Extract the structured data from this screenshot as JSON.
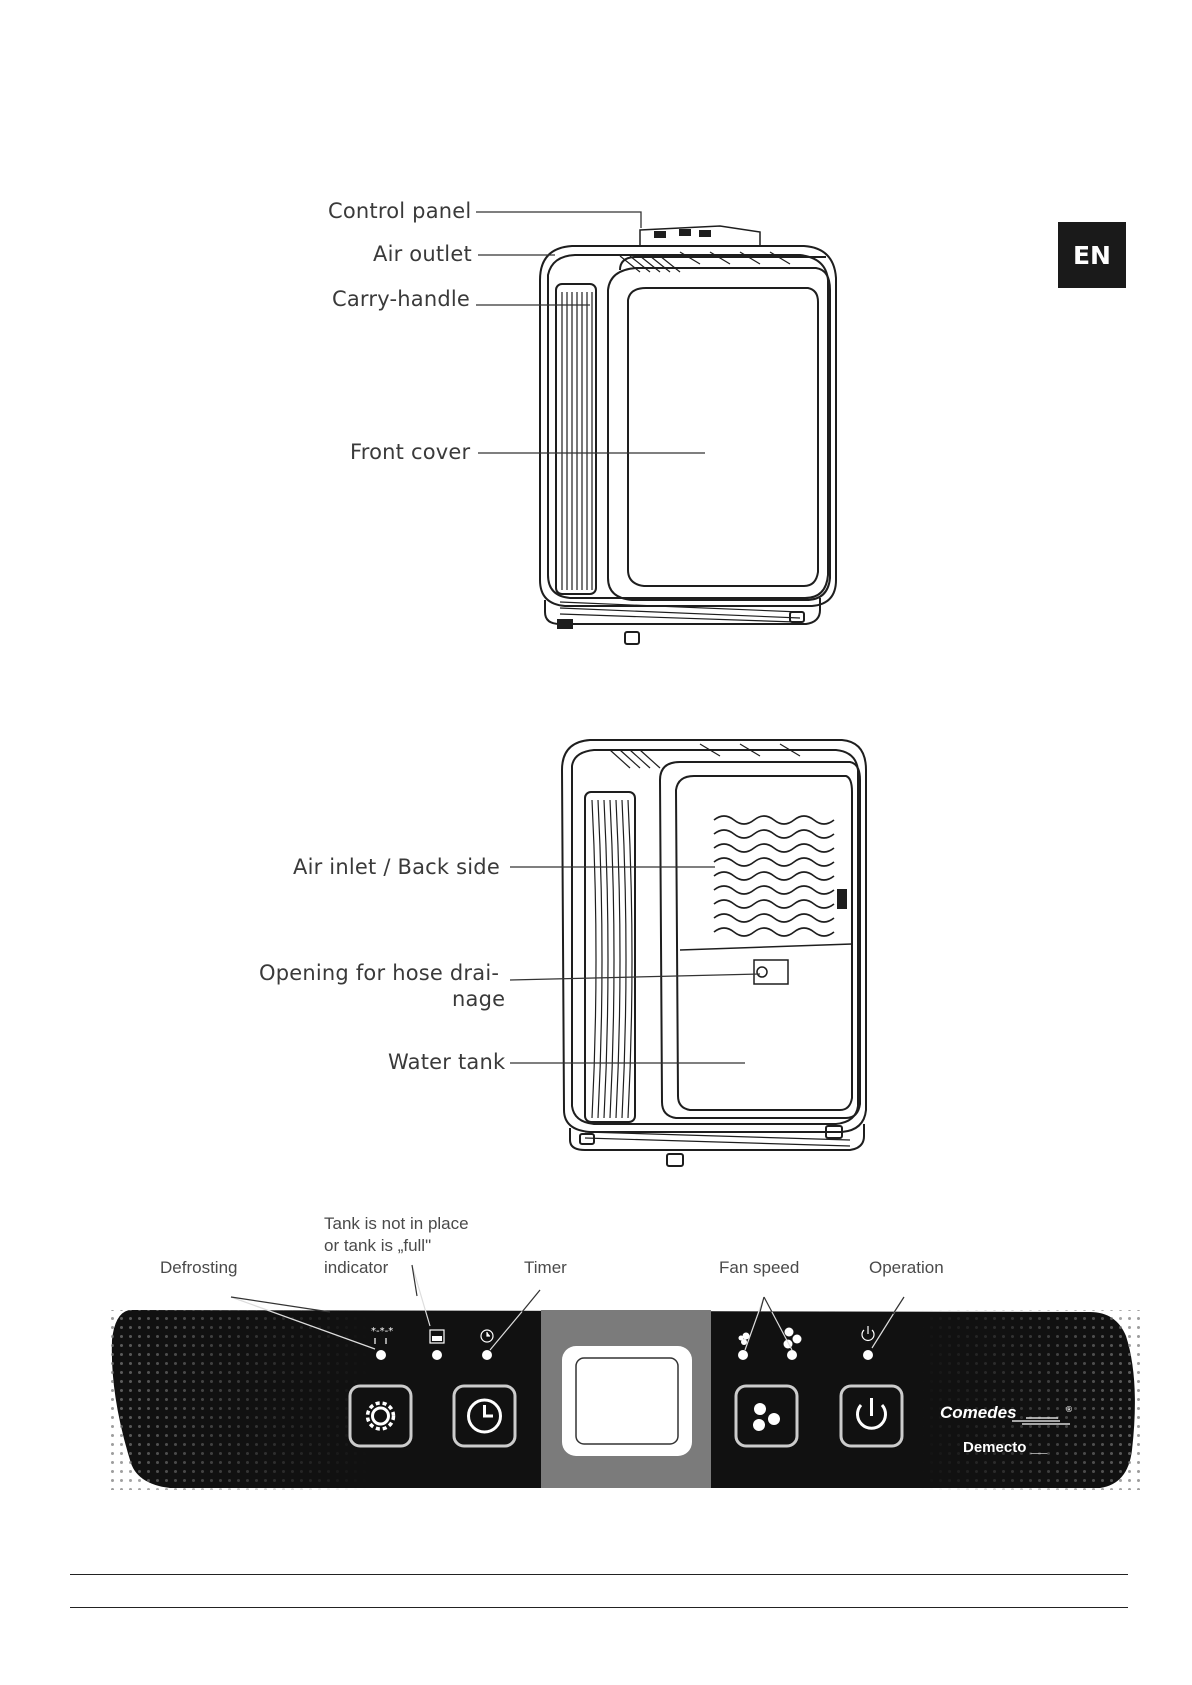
{
  "lang_tab": "EN",
  "front_view": {
    "callouts": {
      "control_panel": "Control panel",
      "air_outlet": "Air outlet",
      "carry_handle": "Carry-handle",
      "front_cover": "Front cover"
    }
  },
  "back_view": {
    "callouts": {
      "air_inlet": "Air inlet / Back side",
      "hose_opening_line1": "Opening for hose drai-",
      "hose_opening_line2": "nage",
      "water_tank": "Water tank"
    }
  },
  "control_panel": {
    "labels": {
      "defrosting": "Defrosting",
      "tank_line1": "Tank is not in place",
      "tank_line2": "or tank is „full\"",
      "tank_line3": "indicator",
      "timer": "Timer",
      "fan_speed": "Fan speed",
      "operation": "Operation"
    },
    "brand": "Comedes",
    "model": "Demecto __",
    "icons": [
      "defrost-icon",
      "tank-icon",
      "timer-indicator-icon",
      "fan-low-icon",
      "fan-high-icon",
      "power-indicator-icon",
      "mode-button-icon",
      "timer-button-icon",
      "fan-button-icon",
      "power-button-icon",
      "display-screen"
    ]
  }
}
